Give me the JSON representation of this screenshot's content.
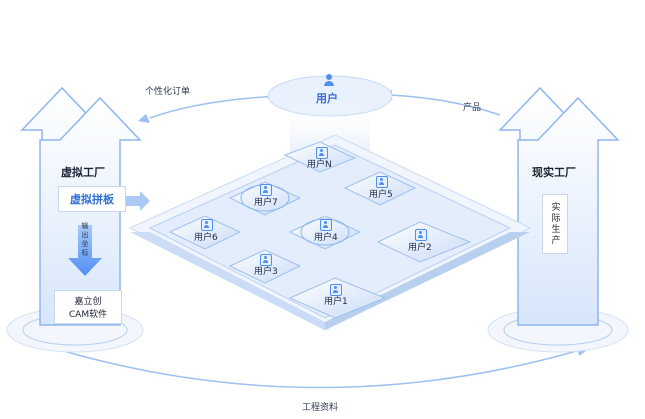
{
  "top_user": {
    "label": "用户"
  },
  "flows": {
    "custom_order": "个性化订单",
    "product": "产品",
    "engineering_data": "工程资料"
  },
  "left_factory": {
    "title": "虚拟工厂",
    "virtual_board": "虚拟拼板",
    "output_coords": "输出坐标",
    "cam_line1": "嘉立创",
    "cam_line2": "CAM软件"
  },
  "right_factory": {
    "title": "现实工厂",
    "production": "实际生产"
  },
  "platform_users": [
    "用户N",
    "用户7",
    "用户5",
    "用户6",
    "用户4",
    "用户2",
    "用户3",
    "用户1"
  ],
  "colors": {
    "accent": "#4f8ef7",
    "light_blue": "#dbe8fb",
    "outline": "#9cc0f0",
    "platform": "#e6eefb",
    "text": "#1c2433"
  }
}
